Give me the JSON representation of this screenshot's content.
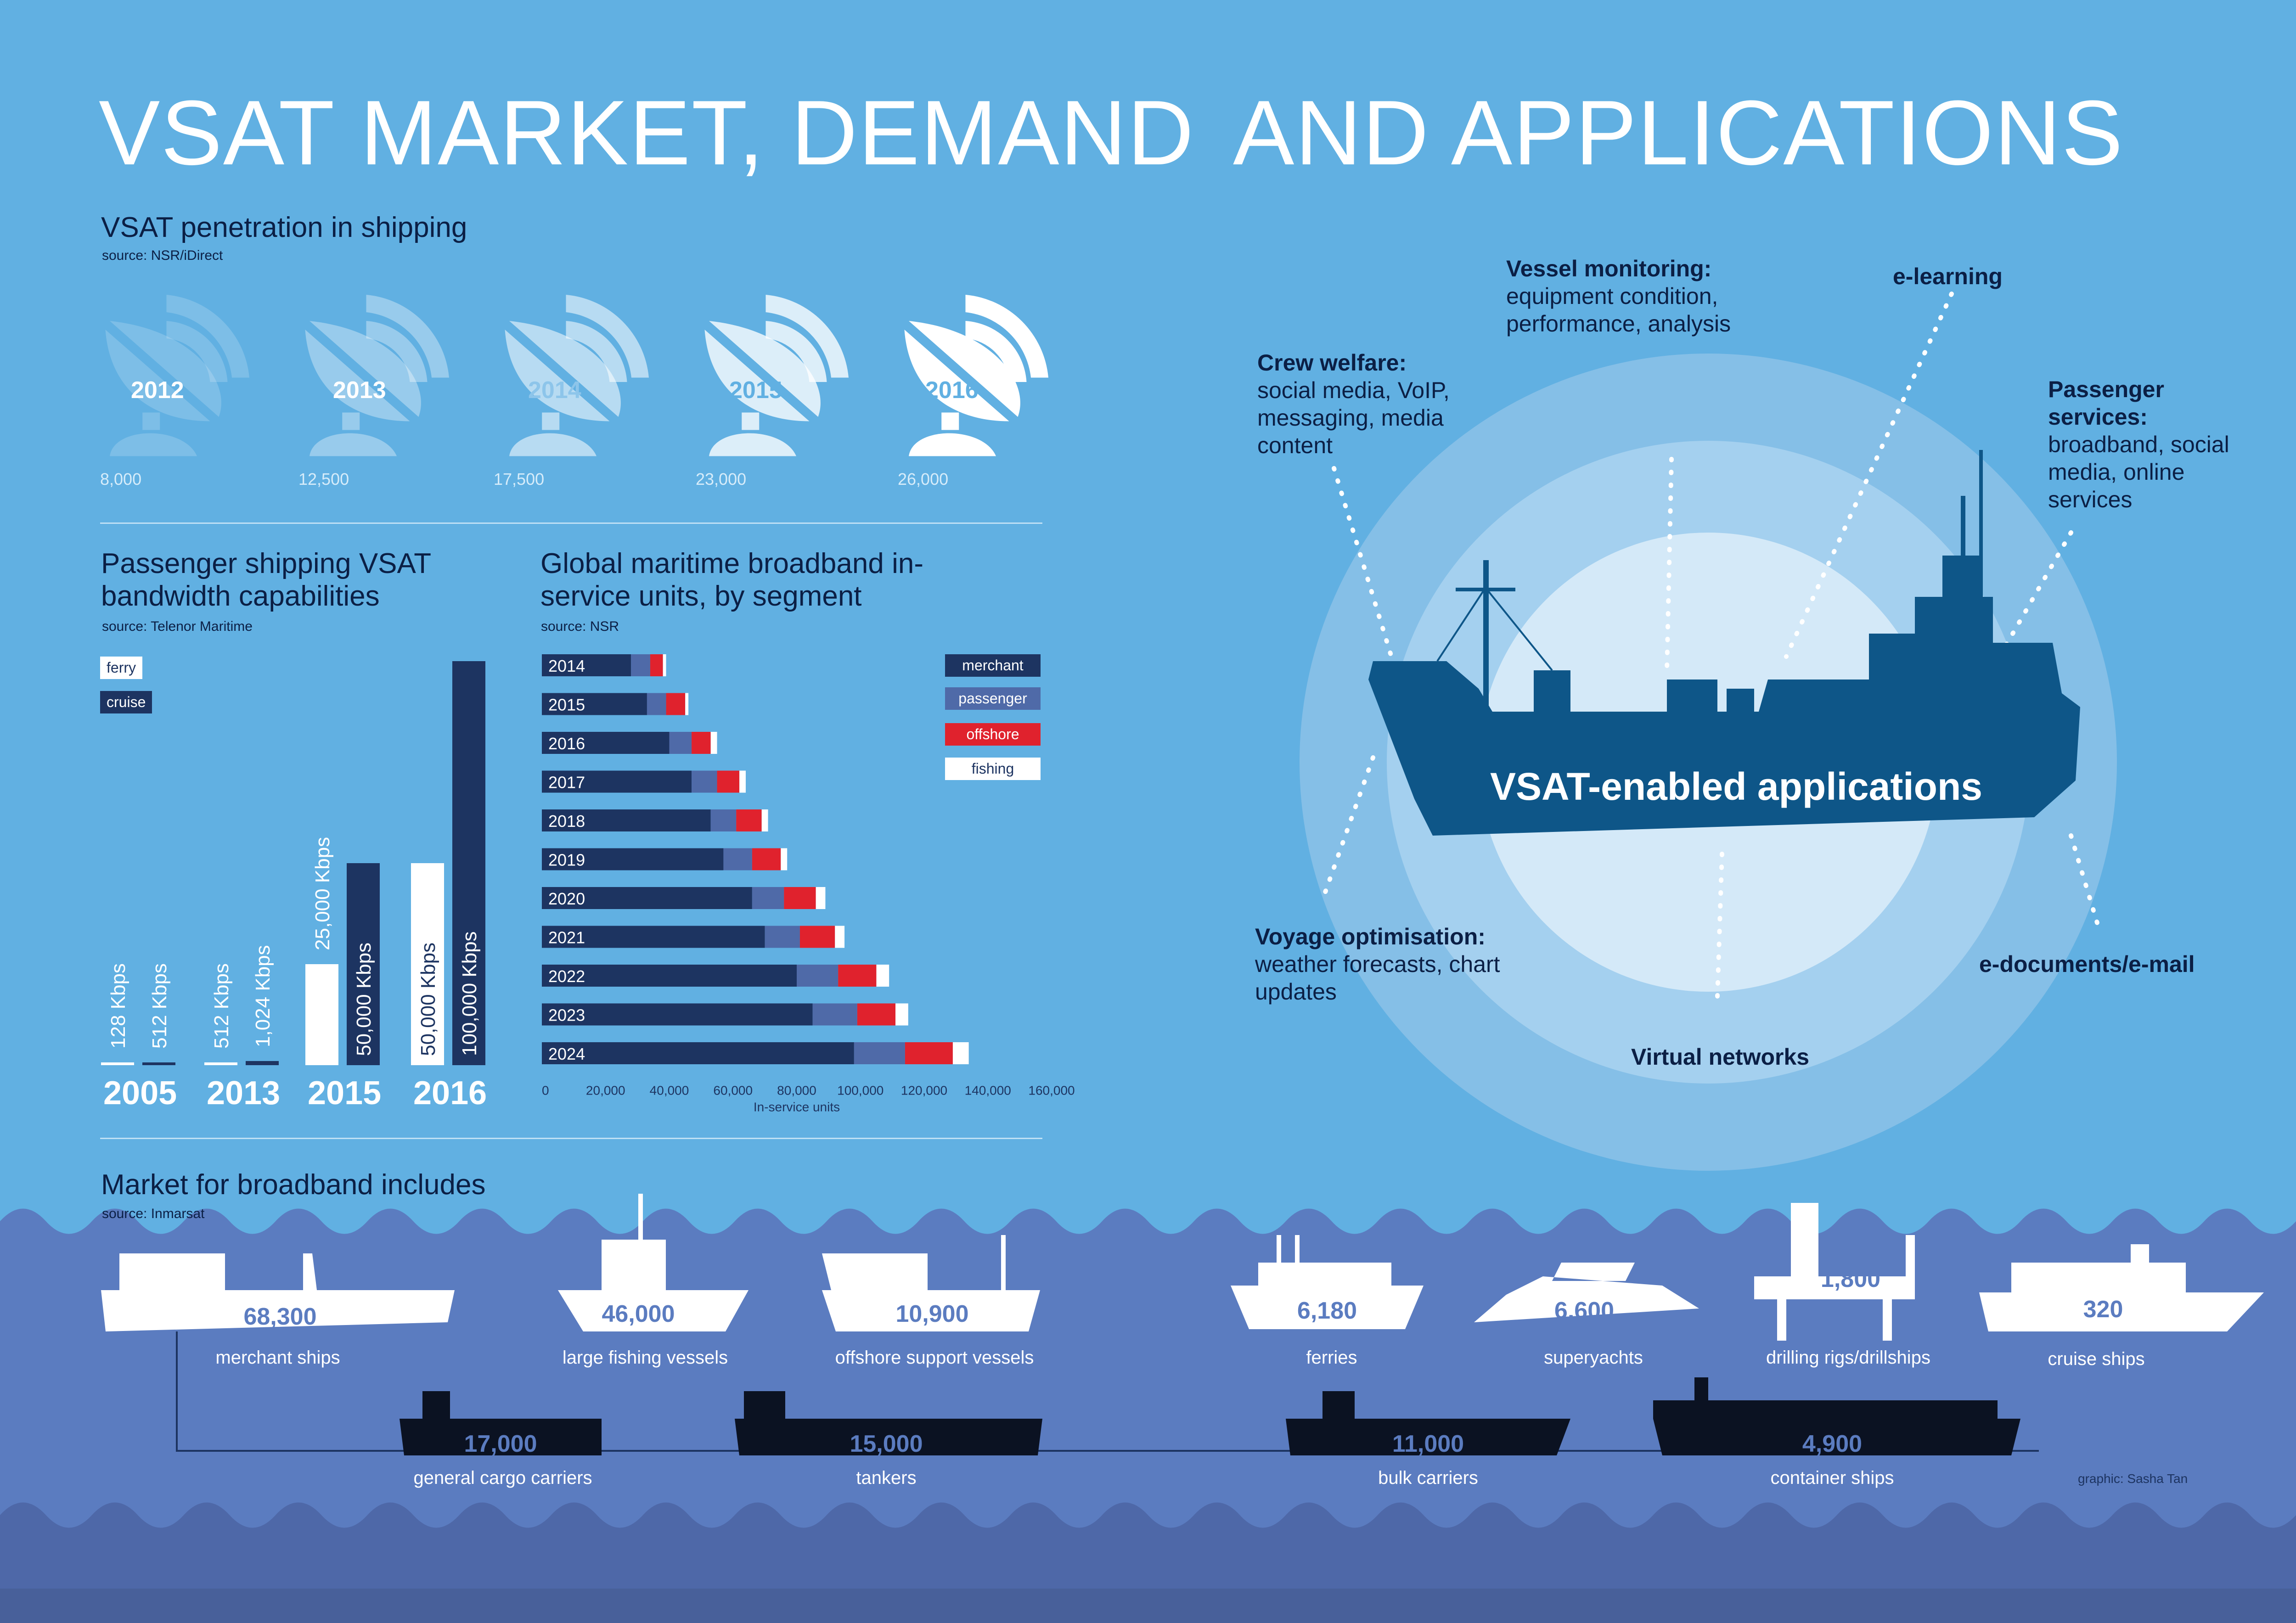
{
  "title_left": "VSAT MARKET, DEMAND",
  "title_right": "AND APPLICATIONS",
  "penetration": {
    "title": "VSAT penetration in shipping",
    "source": "source: NSR/iDirect",
    "items": [
      {
        "year": "2012",
        "value": "8,000"
      },
      {
        "year": "2013",
        "value": "12,500"
      },
      {
        "year": "2014",
        "value": "17,500"
      },
      {
        "year": "2015",
        "value": "23,000"
      },
      {
        "year": "2016",
        "value": "26,000"
      }
    ]
  },
  "chart_data": [
    {
      "type": "bar",
      "title": "Passenger shipping VSAT bandwidth capabilities",
      "source": "source: Telenor Maritime",
      "categories": [
        "2005",
        "2013",
        "2015",
        "2016"
      ],
      "series": [
        {
          "name": "ferry",
          "values": [
            128,
            512,
            25000,
            50000
          ],
          "labels": [
            "128 Kbps",
            "512 Kbps",
            "25,000 Kbps",
            "50,000 Kbps"
          ]
        },
        {
          "name": "cruise",
          "values": [
            512,
            1024,
            50000,
            100000
          ],
          "labels": [
            "512 Kbps",
            "1,024 Kbps",
            "50,000 Kbps",
            "100,000 Kbps"
          ]
        }
      ],
      "colors": {
        "ferry": "#ffffff",
        "cruise": "#1d3461"
      },
      "ylim": [
        0,
        100000
      ]
    },
    {
      "type": "bar",
      "orientation": "horizontal-stacked",
      "title": "Global maritime broadband in-service units, by segment",
      "source": "source: NSR",
      "categories": [
        "2014",
        "2015",
        "2016",
        "2017",
        "2018",
        "2019",
        "2020",
        "2021",
        "2022",
        "2023",
        "2024"
      ],
      "series": [
        {
          "name": "merchant",
          "values": [
            28000,
            33000,
            40000,
            47000,
            53000,
            57000,
            66000,
            70000,
            80000,
            85000,
            98000
          ]
        },
        {
          "name": "passenger",
          "values": [
            6000,
            6000,
            7000,
            8000,
            8000,
            9000,
            10000,
            11000,
            13000,
            14000,
            16000
          ]
        },
        {
          "name": "offshore",
          "values": [
            4000,
            6000,
            6000,
            7000,
            8000,
            9000,
            10000,
            11000,
            12000,
            12000,
            15000
          ]
        },
        {
          "name": "fishing",
          "values": [
            1000,
            1000,
            2000,
            2000,
            2000,
            2000,
            3000,
            3000,
            4000,
            4000,
            5000
          ]
        }
      ],
      "colors": {
        "merchant": "#1d3461",
        "passenger": "#4f6aa8",
        "offshore": "#e0222d",
        "fishing": "#ffffff"
      },
      "xlim": [
        0,
        160000
      ],
      "xticks": [
        "0",
        "20,000",
        "40,000",
        "60,000",
        "80,000",
        "100,000",
        "120,000",
        "140,000",
        "160,000"
      ],
      "xlabel": "In-service units",
      "legend": "right"
    }
  ],
  "applications": {
    "center": "VSAT-enabled applications",
    "items": [
      {
        "head": "Vessel monitoring:",
        "text": "equipment condition, performance, analysis"
      },
      {
        "head": "e-learning",
        "text": ""
      },
      {
        "head": "Crew welfare:",
        "text": "social media, VoIP, messaging, media content"
      },
      {
        "head": "Passenger services:",
        "text": "broadband, social media, online services"
      },
      {
        "head": "Voyage optimisation:",
        "text": "weather forecasts, chart updates"
      },
      {
        "head": "e-documents/e-mail",
        "text": ""
      },
      {
        "head": "Virtual networks",
        "text": ""
      }
    ]
  },
  "market": {
    "title": "Market for broadband includes",
    "source": "source: Inmarsat",
    "ships": [
      {
        "label": "merchant ships",
        "value": "68,300"
      },
      {
        "label": "large fishing vessels",
        "value": "46,000"
      },
      {
        "label": "offshore support vessels",
        "value": "10,900"
      },
      {
        "label": "ferries",
        "value": "6,180"
      },
      {
        "label": "superyachts",
        "value": "6,600"
      },
      {
        "label": "drilling rigs/drillships",
        "value": "1,800"
      },
      {
        "label": "cruise ships",
        "value": "320"
      },
      {
        "label": "general cargo carriers",
        "value": "17,000"
      },
      {
        "label": "tankers",
        "value": "15,000"
      },
      {
        "label": "bulk carriers",
        "value": "11,000"
      },
      {
        "label": "container ships",
        "value": "4,900"
      }
    ],
    "credit": "graphic: Sasha Tan"
  }
}
